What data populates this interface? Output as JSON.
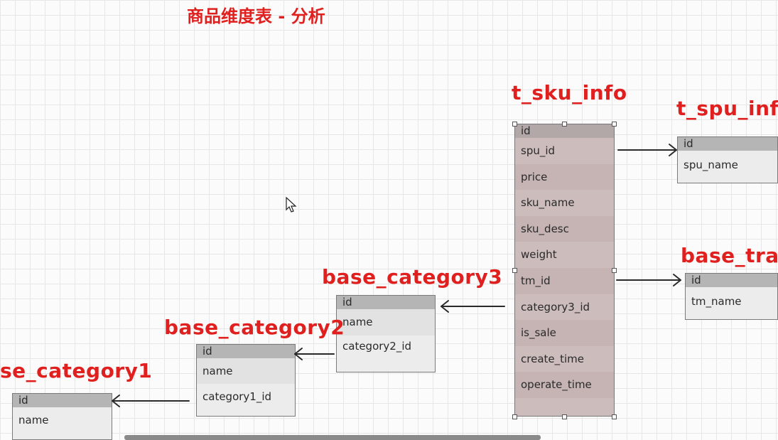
{
  "page_title": "商品维度表 - 分析",
  "tables": {
    "sku_info": {
      "title": "t_sku_info",
      "fields": [
        "id",
        "spu_id",
        "price",
        "sku_name",
        "sku_desc",
        "weight",
        "tm_id",
        "category3_id",
        "is_sale",
        "create_time",
        "operate_time"
      ]
    },
    "spu_info": {
      "title": "t_spu_info",
      "fields": [
        "id",
        "spu_name"
      ]
    },
    "base_trademark": {
      "title": "base_trad",
      "fields": [
        "id",
        "tm_name"
      ]
    },
    "base_category3": {
      "title": "base_category3",
      "fields": [
        "id",
        "name",
        "category2_id"
      ]
    },
    "base_category2": {
      "title": "base_category2",
      "fields": [
        "id",
        "name",
        "category1_id"
      ]
    },
    "base_category1": {
      "title": "se_category1",
      "fields": [
        "id",
        "name"
      ]
    }
  },
  "colors": {
    "title_red": "#e0201e"
  }
}
